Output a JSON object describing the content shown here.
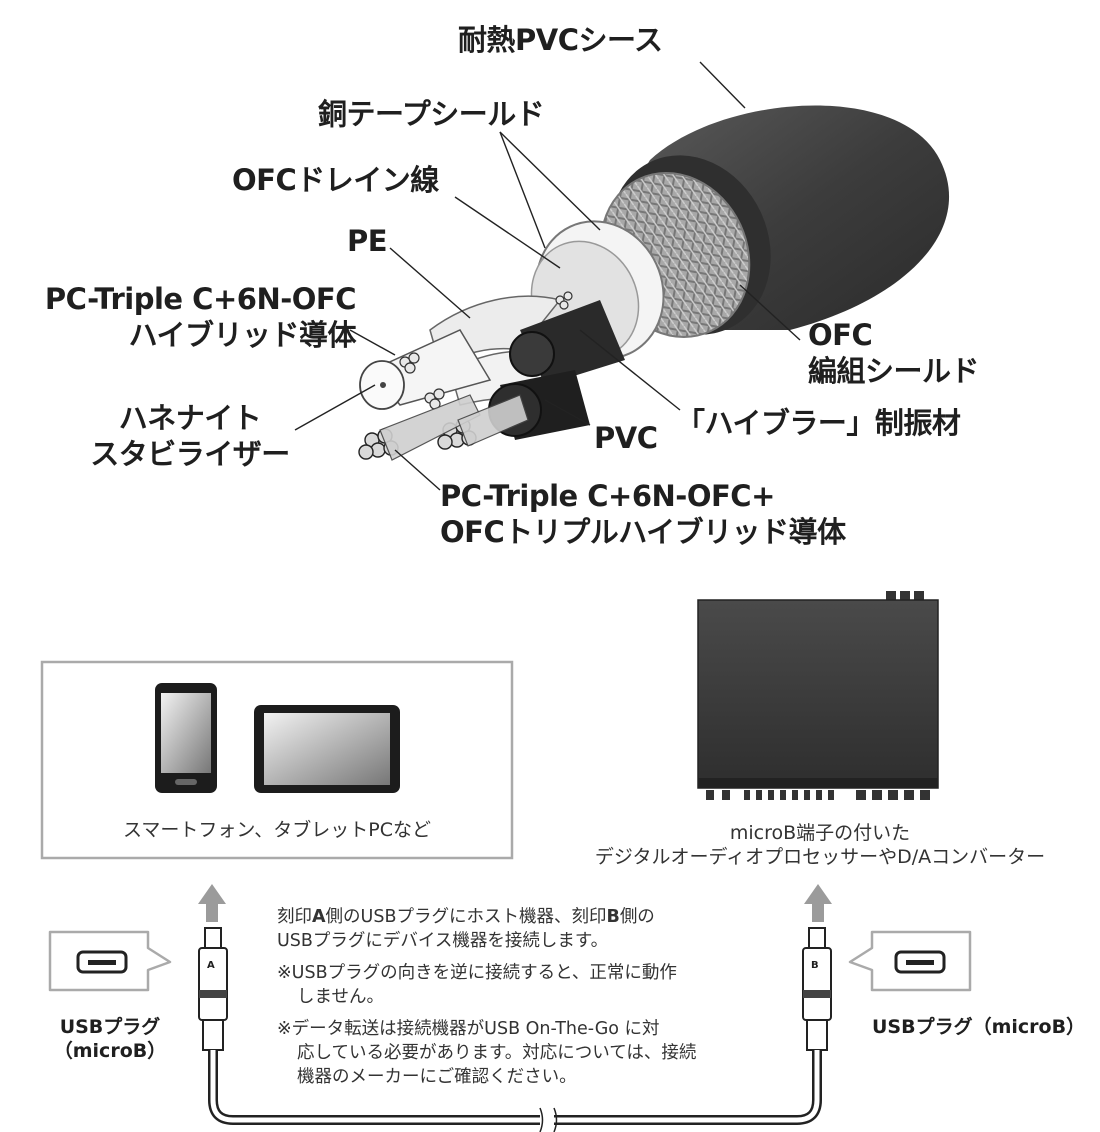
{
  "cable_labels": {
    "pvc_sheath": "耐熱PVCシース",
    "copper_tape": "銅テープシールド",
    "drain": "OFCドレイン線",
    "pe": "PE",
    "hybrid_1": "PC-Triple C+6N-OFC",
    "hybrid_2": "ハイブリッド導体",
    "hanenite_1": "ハネナイト",
    "hanenite_2": "スタビライザー",
    "triple_1": "PC-Triple C+6N-OFC+",
    "triple_2": "OFCトリプルハイブリッド導体",
    "pvc": "PVC",
    "hybrar": "「ハイブラー」制振材",
    "braid_1": "OFC",
    "braid_2": "編組シールド"
  },
  "usage": {
    "host_caption": "スマートフォン、タブレットPCなど",
    "device_caption_1": "microB端子の付いた",
    "device_caption_2": "デジタルオーディオプロセッサーやD/Aコンバーター",
    "plug_left_1": "USBプラグ",
    "plug_left_2": "（microB）",
    "plug_right": "USBプラグ（microB）",
    "mark_a": "A",
    "mark_b": "B",
    "instr_1a": "刻印",
    "instr_1b": "側のUSBプラグにホスト機器、刻印",
    "instr_1c": "側の",
    "instr_2": "USBプラグにデバイス機器を接続します。",
    "note1_1": "※USBプラグの向きを逆に接続すると、正常に動作",
    "note1_2": "しません。",
    "note2_1": "※データ転送は接続機器がUSB On-The-Go に対",
    "note2_2": "応している必要があります。対応については、接続",
    "note2_3": "機器のメーカーにご確認ください。"
  },
  "colors": {
    "sheath": "#4a4a4a",
    "braid": "#9a9a9a",
    "frame": "#aaaaaa",
    "arrow": "#9b9b9b",
    "device": "#3a3a3a"
  }
}
